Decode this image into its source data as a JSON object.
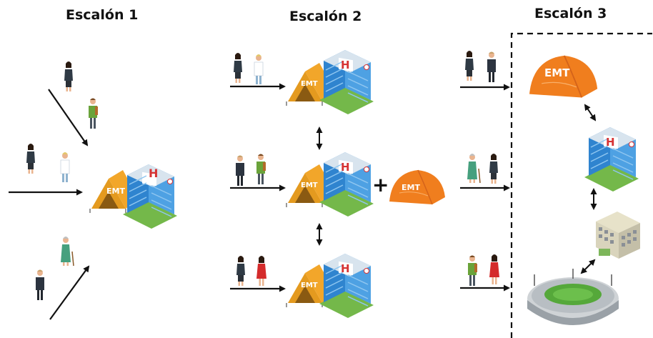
{
  "titles": {
    "escalon1": "Escalón 1",
    "escalon2": "Escalón 2",
    "escalon3": "Escalón 3"
  },
  "labels": {
    "emt": "EMT",
    "hospital": "H",
    "plus": "+"
  },
  "colors": {
    "tent_main": "#F2A62A",
    "tent_dark": "#C97F12",
    "tent_orange": "#F07E1E",
    "building_blue": "#3A8FD6",
    "building_dark": "#1F5FA3",
    "grass": "#76B84A",
    "arrow": "#111111",
    "dashed_box": "#111111"
  },
  "icons": [
    "woman-icon",
    "doctor-icon",
    "man-icon",
    "elderly-woman-icon",
    "tent-icon",
    "hospital-icon",
    "stadium-icon",
    "clinic-building-icon"
  ]
}
